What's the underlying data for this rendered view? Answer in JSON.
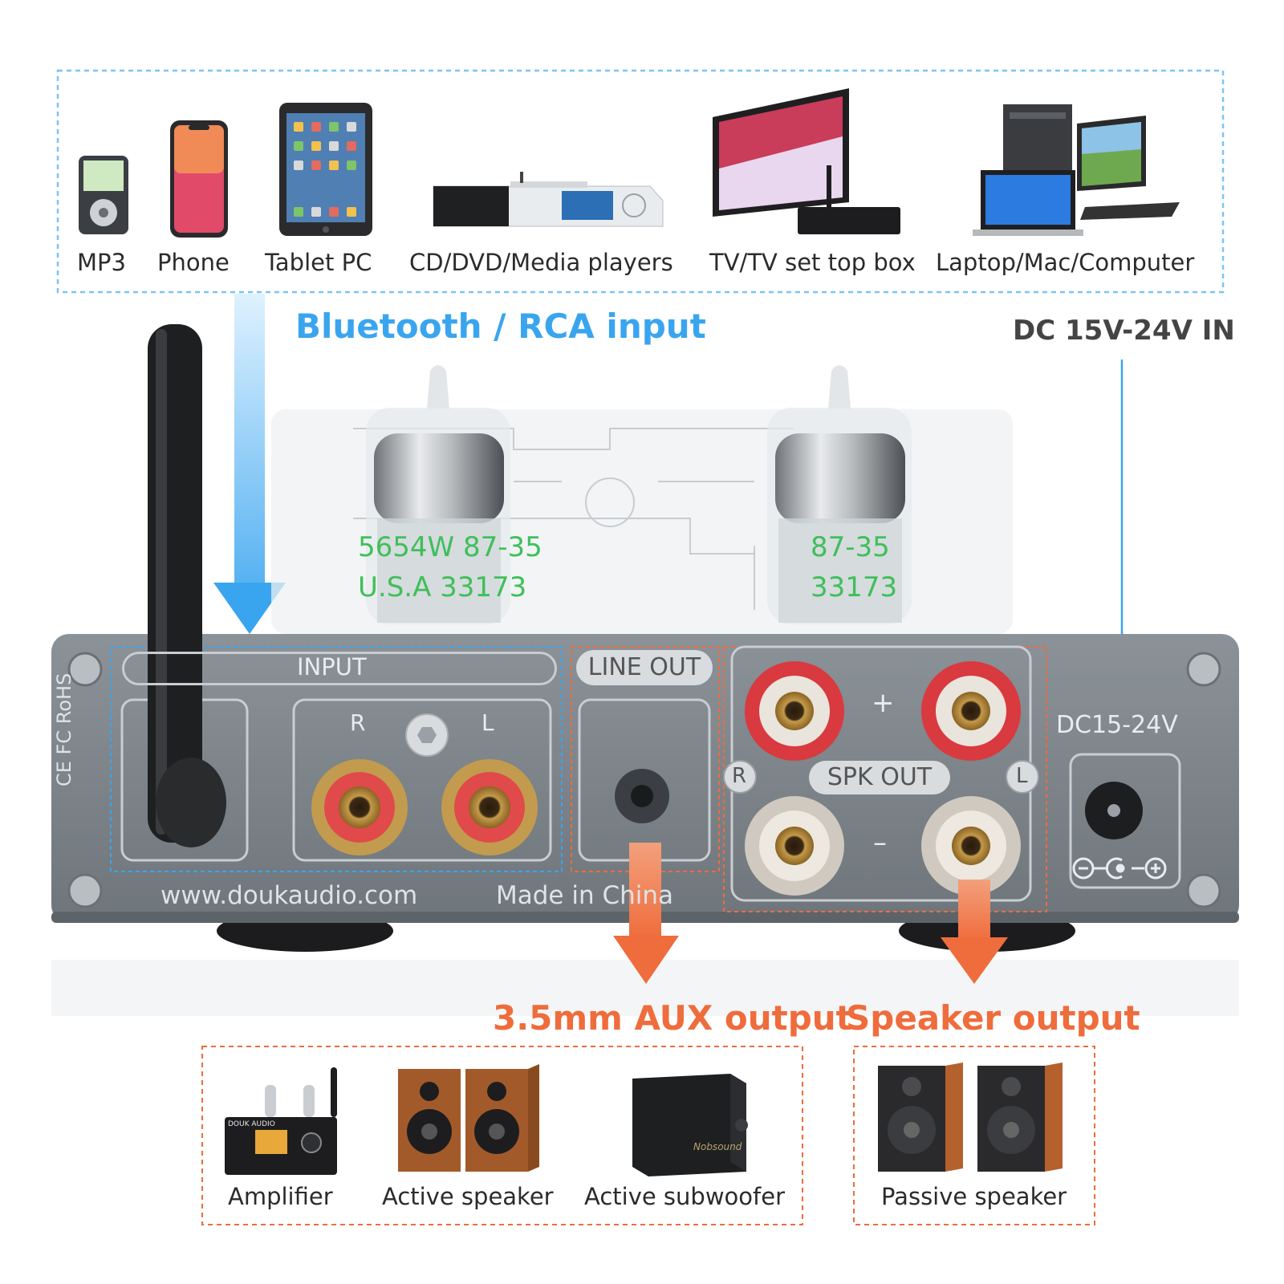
{
  "source_devices": [
    "MP3",
    "Phone",
    "Tablet PC",
    "CD/DVD/Media players",
    "TV/TV set top box",
    "Laptop/Mac/Computer"
  ],
  "input_heading": "Bluetooth / RCA input",
  "power_heading": "DC 15V-24V IN",
  "panel": {
    "input_label": "INPUT",
    "line_out_label": "LINE OUT",
    "channel_right": "R",
    "channel_left": "L",
    "spk_out_label": "SPK OUT",
    "plus": "+",
    "minus": "–",
    "dc_label": "DC15-24V",
    "website": "www.doukaudio.com",
    "made_in": "Made in China",
    "cert_marks": "CE FC RoHS",
    "tube_text_left": "5654W  87-35",
    "tube_text_left2": "U.S.A  33173",
    "tube_text_right": "87-35",
    "tube_text_right2": "33173",
    "subwoofer_brand": "Nobsound",
    "amp_brand": "DOUK AUDIO"
  },
  "aux_heading": "3.5mm AUX output",
  "speaker_heading": "Speaker output",
  "aux_devices": [
    "Amplifier",
    "Active speaker",
    "Active subwoofer"
  ],
  "speaker_devices": [
    "Passive speaker"
  ],
  "colors": {
    "blue": "#3aa5ef",
    "orange": "#ef6c3c",
    "panel": "#7d858b"
  }
}
